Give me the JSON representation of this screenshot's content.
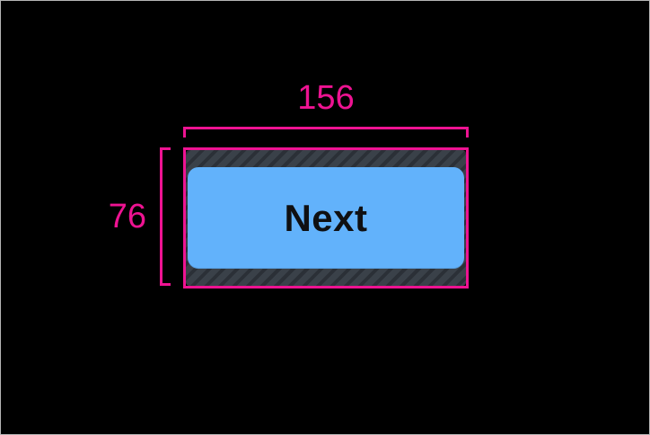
{
  "colors": {
    "canvas-bg": "#000000",
    "canvas-border": "#b5b5b5",
    "accent": "#ee1392",
    "button-fill": "#62b2fb",
    "button-text": "#0f1012",
    "hatch-base": "#3a4149",
    "hatch-stripe": "#2b3037"
  },
  "annotations": {
    "width": {
      "label": "156"
    },
    "height": {
      "label": "76"
    }
  },
  "button": {
    "label": "Next"
  }
}
